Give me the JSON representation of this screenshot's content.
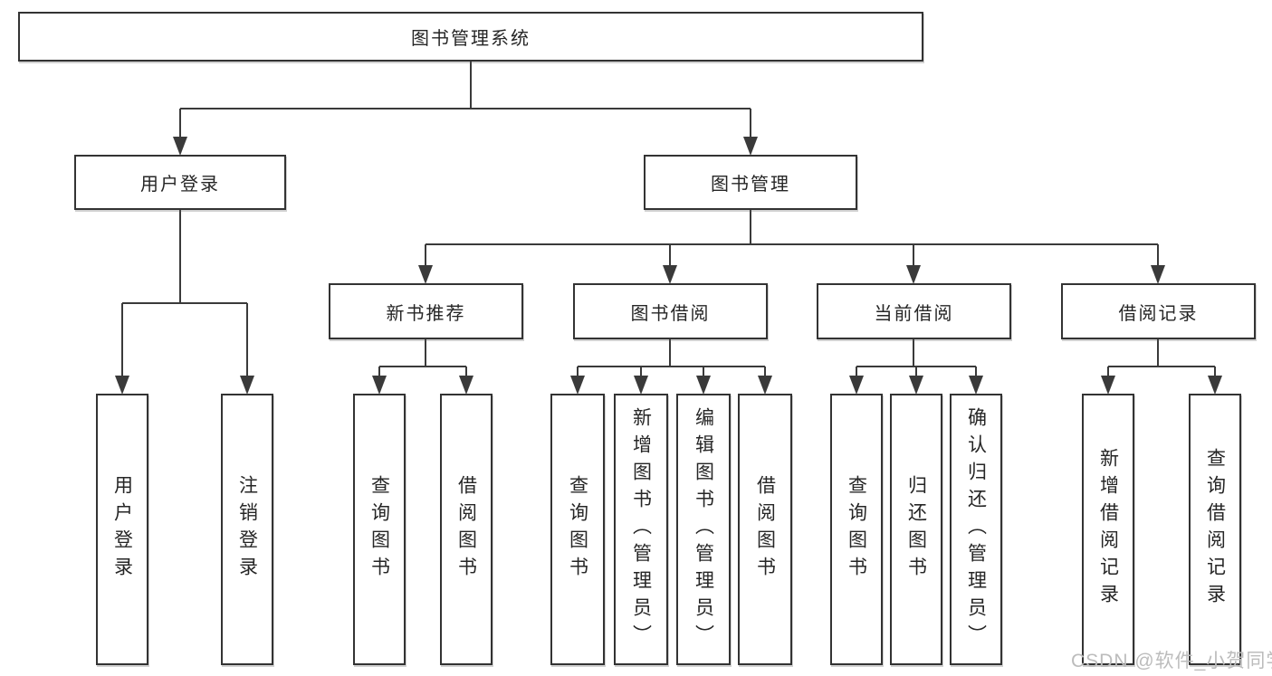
{
  "tree": {
    "label": "图书管理系统",
    "children": [
      {
        "label": "用户登录",
        "children": [
          {
            "label": "用户登录"
          },
          {
            "label": "注销登录"
          }
        ]
      },
      {
        "label": "图书管理",
        "children": [
          {
            "label": "新书推荐",
            "children": [
              {
                "label": "查询图书"
              },
              {
                "label": "借阅图书"
              }
            ]
          },
          {
            "label": "图书借阅",
            "children": [
              {
                "label": "查询图书"
              },
              {
                "label": "新增图书（管理员）"
              },
              {
                "label": "编辑图书（管理员）"
              },
              {
                "label": "借阅图书"
              }
            ]
          },
          {
            "label": "当前借阅",
            "children": [
              {
                "label": "查询图书"
              },
              {
                "label": "归还图书"
              },
              {
                "label": "确认归还（管理员）"
              }
            ]
          },
          {
            "label": "借阅记录",
            "children": [
              {
                "label": "新增借阅记录"
              },
              {
                "label": "查询借阅记录"
              }
            ]
          }
        ]
      }
    ]
  },
  "watermark": "CSDN @软件_小贺同学",
  "colors": {
    "line": "#3a3a3a",
    "box_border": "#333333",
    "box_fill": "#ffffff",
    "text": "#262626",
    "watermark": "#bcbcbc",
    "bg": "#ffffff"
  }
}
